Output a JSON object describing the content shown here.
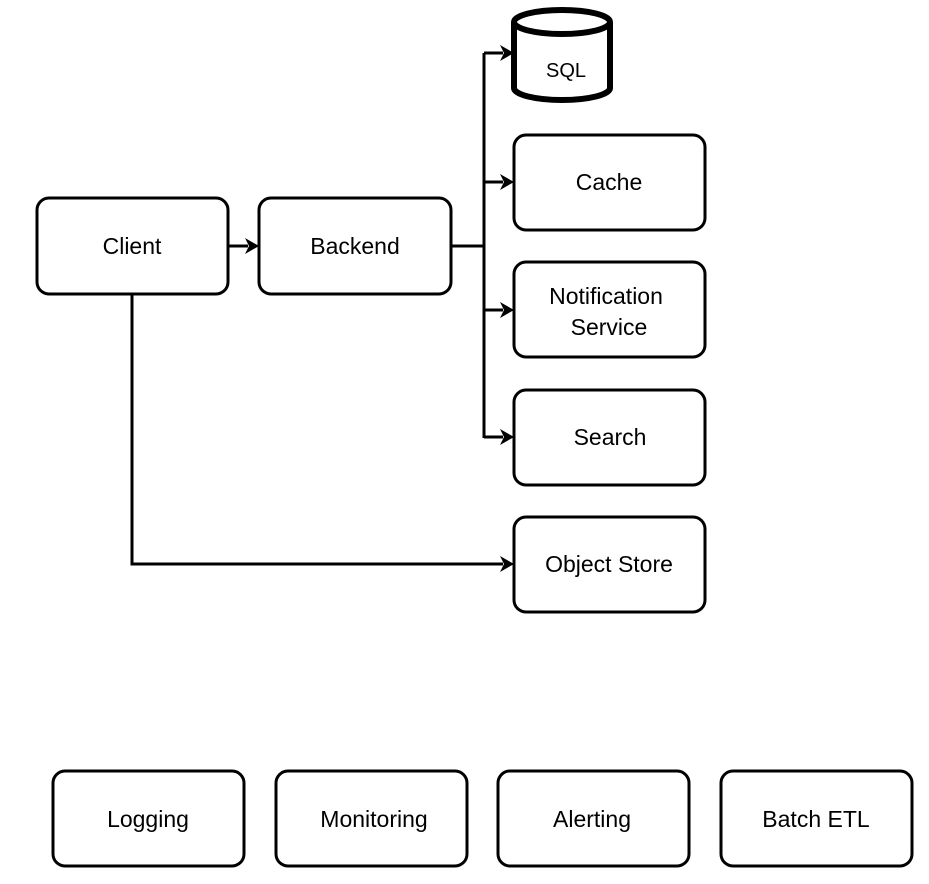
{
  "diagram": {
    "nodes": {
      "client": "Client",
      "backend": "Backend",
      "sql": "SQL",
      "cache": "Cache",
      "notification_line1": "Notification",
      "notification_line2": "Service",
      "search": "Search",
      "object_store": "Object Store",
      "logging": "Logging",
      "monitoring": "Monitoring",
      "alerting": "Alerting",
      "batch_etl": "Batch ETL"
    },
    "edges": [
      {
        "from": "Client",
        "to": "Backend"
      },
      {
        "from": "Backend",
        "to": "SQL"
      },
      {
        "from": "Backend",
        "to": "Cache"
      },
      {
        "from": "Backend",
        "to": "Notification Service"
      },
      {
        "from": "Backend",
        "to": "Search"
      },
      {
        "from": "Client",
        "to": "Object Store"
      }
    ],
    "colors": {
      "stroke": "#000000",
      "fill": "#ffffff",
      "text": "#000000"
    }
  }
}
